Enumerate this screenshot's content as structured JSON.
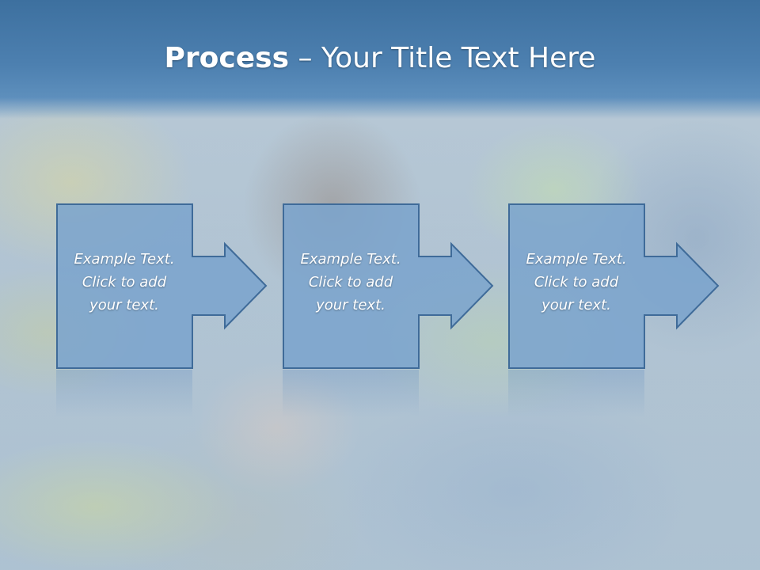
{
  "slide": {
    "title_bold": "Process",
    "title_rest": " – Your Title Text Here"
  },
  "colors": {
    "title_band": "#4a7eb0",
    "box_fill": "#7aa3cc",
    "box_stroke": "#3f6b99",
    "text": "#ffffff"
  },
  "steps": [
    {
      "text": "Example Text.\nClick  to add\nyour text.",
      "icon": "right-arrow-icon"
    },
    {
      "text": "Example Text.\nClick  to add\nyour text.",
      "icon": "right-arrow-icon"
    },
    {
      "text": "Example Text.\nClick  to add\nyour text.",
      "icon": "right-arrow-icon"
    }
  ]
}
